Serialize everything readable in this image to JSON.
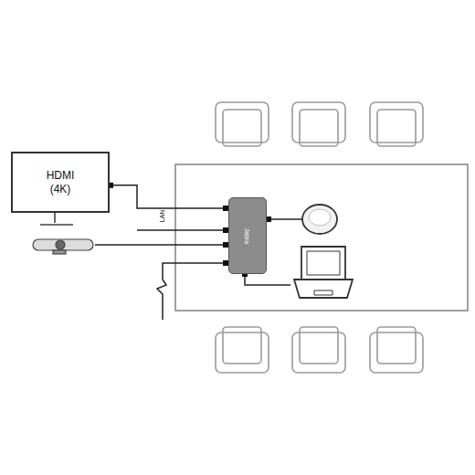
{
  "diagram": {
    "nodes": [
      {
        "text": [
          "HDMI (4K)"
        ]
      },
      {
        "text": [
          "Jabra"
        ]
      }
    ],
    "edges": [
      {
        "from": 0,
        "to": 1,
        "arrow": "none"
      }
    ],
    "labels": [
      "LAN"
    ]
  }
}
